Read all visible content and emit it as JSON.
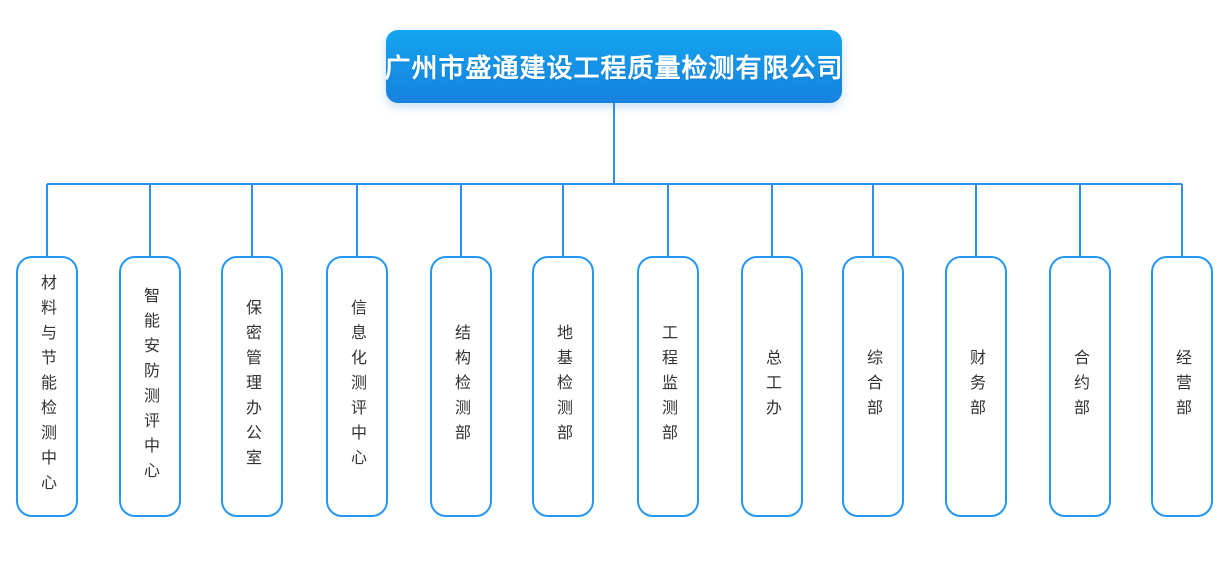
{
  "root": {
    "label": "广州市盛通建设工程质量检测有限公司"
  },
  "departments": [
    {
      "label": "材料与节能检测中心"
    },
    {
      "label": "智能安防测评中心"
    },
    {
      "label": "保密管理办公室"
    },
    {
      "label": "信息化测评中心"
    },
    {
      "label": "结构检测部"
    },
    {
      "label": "地基检测部"
    },
    {
      "label": "工程监测部"
    },
    {
      "label": "总工办"
    },
    {
      "label": "综合部"
    },
    {
      "label": "财务部"
    },
    {
      "label": "合约部"
    },
    {
      "label": "经营部"
    }
  ],
  "theme": {
    "page_bg": "#ffffff",
    "root_gradient_top": "#14a5f0",
    "root_gradient_bottom": "#1781de",
    "root_text_color": "#ffffff",
    "box_border_color": "#2596f2",
    "connector_color": "#2e90ee",
    "department_text_color": "#333333"
  }
}
